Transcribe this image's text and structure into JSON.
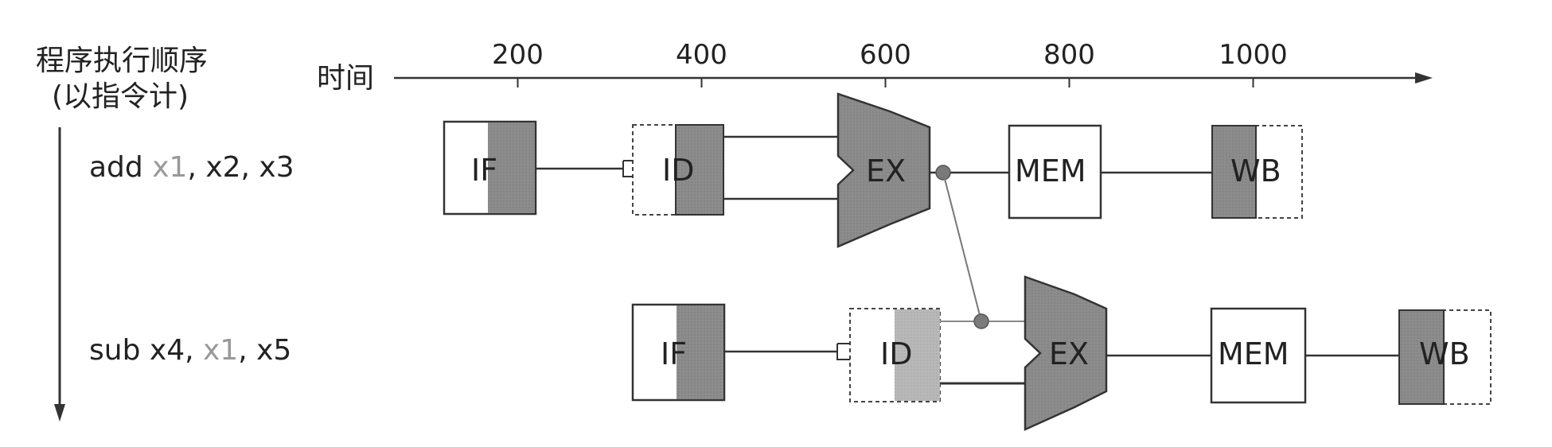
{
  "axis": {
    "title": "时间",
    "ticks": [
      200,
      400,
      600,
      800,
      1000
    ]
  },
  "order_label": {
    "line1": "程序执行顺序",
    "line2": "(以指令计)"
  },
  "instructions": [
    {
      "op": "add",
      "dest": "x1",
      "rest": ", x2, x3",
      "stages": [
        "IF",
        "ID",
        "EX",
        "MEM",
        "WB"
      ]
    },
    {
      "op": "sub",
      "first": "x4, ",
      "src": "x1",
      "rest": ", x5",
      "stages": [
        "IF",
        "ID",
        "EX",
        "MEM",
        "WB"
      ]
    }
  ],
  "colors": {
    "stage_fill": "#8c8c8c",
    "stage_light": "#b8b8b8",
    "highlight_reg": "#9a9a9a",
    "line": "#333333",
    "forward_dot": "#7a7a7a"
  }
}
